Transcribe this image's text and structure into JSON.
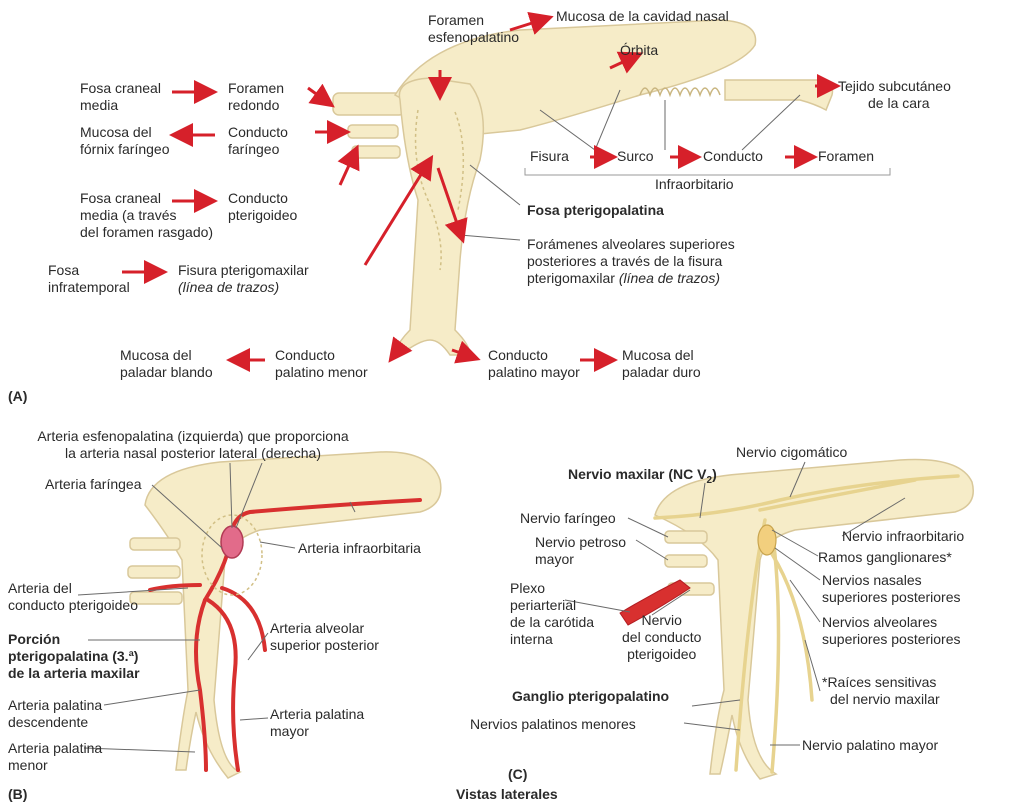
{
  "colors": {
    "bone": "#f6ecc8",
    "bone_edge": "#d9c89a",
    "arrow": "#d6202a",
    "artery": "#d8302f",
    "nerve": "#efe0a4",
    "ganglion": "#f2cf7e"
  },
  "panel_a": {
    "tag": "(A)",
    "foramen_esfenopalatino": [
      "Foramen",
      "esfenopalatino"
    ],
    "mucosa_cavidad_nasal": "Mucosa de la cavidad nasal",
    "orbita": "Órbita",
    "tejido_subcutaneo": [
      "Tejido subcutáneo",
      "de la cara"
    ],
    "fosa_craneal_media": [
      "Fosa craneal",
      "media"
    ],
    "foramen_redondo": [
      "Foramen",
      "redondo"
    ],
    "mucosa_fornix": [
      "Mucosa del",
      "fórnix faríngeo"
    ],
    "conducto_faringeo": [
      "Conducto",
      "faríngeo"
    ],
    "fosa_craneal_media_2": [
      "Fosa craneal",
      "media (a través",
      "del foramen rasgado)"
    ],
    "conducto_pterigoideo": [
      "Conducto",
      "pterigoideo"
    ],
    "fosa_infratemporal": [
      "Fosa",
      "infratemporal"
    ],
    "fisura_pterigomaxilar": "Fisura pterigomaxilar",
    "linea_de_trazos": "(línea de trazos)",
    "fisura": "Fisura",
    "surco": "Surco",
    "conducto": "Conducto",
    "foramen": "Foramen",
    "infraorbitario": "Infraorbitario",
    "fosa_pterigopalatina": "Fosa pterigopalatina",
    "foramenes_alveolares": [
      "Forámenes alveolares superiores",
      "posteriores a través de la fisura",
      "pterigomaxilar"
    ],
    "foramenes_italic": "(línea de trazos)",
    "mucosa_paladar_blando": [
      "Mucosa del",
      "paladar blando"
    ],
    "conducto_palatino_menor": [
      "Conducto",
      "palatino menor"
    ],
    "conducto_palatino_mayor": [
      "Conducto",
      "palatino mayor"
    ],
    "mucosa_paladar_duro": [
      "Mucosa del",
      "paladar duro"
    ]
  },
  "panel_b": {
    "tag": "(B)",
    "arteria_esfenopalatina": [
      "Arteria esfenopalatina (izquierda) que proporciona",
      "la arteria nasal posterior lateral (derecha)"
    ],
    "arteria_faringea": "Arteria faríngea",
    "arteria_infraorbitaria": "Arteria infraorbitaria",
    "arteria_conducto_pterigoideo": [
      "Arteria del",
      "conducto pterigoideo"
    ],
    "porcion": [
      "Porción",
      "pterigopalatina (3.ª)",
      "de la arteria maxilar"
    ],
    "arteria_alveolar": [
      "Arteria alveolar",
      "superior posterior"
    ],
    "arteria_palatina_descendente": [
      "Arteria palatina",
      "descendente"
    ],
    "arteria_palatina_mayor": [
      "Arteria palatina",
      "mayor"
    ],
    "arteria_palatina_menor": [
      "Arteria palatina",
      "menor"
    ]
  },
  "panel_c": {
    "tag": "(C)",
    "vistas_laterales": "Vistas laterales",
    "nervio_maxilar": "Nervio maxilar (NC V",
    "nervio_maxilar_sub": "2",
    "nervio_maxilar_end": ")",
    "nervio_cigomatico": "Nervio cigomático",
    "nervio_faringeo": "Nervio faríngeo",
    "nervio_infraorbitario": "Nervio infraorbitario",
    "nervio_petroso": [
      "Nervio petroso",
      "mayor"
    ],
    "ramos_ganglionares": "Ramos ganglionares*",
    "plexo": [
      "Plexo",
      "periarterial",
      "de la carótida",
      "interna"
    ],
    "nervio_conducto": [
      "Nervio",
      "del conducto",
      "pterigoideo"
    ],
    "nervios_nasales": [
      "Nervios nasales",
      "superiores posteriores"
    ],
    "nervios_alveolares": [
      "Nervios alveolares",
      "superiores posteriores"
    ],
    "ganglio": "Ganglio pterigopalatino",
    "raices": [
      "*Raíces sensitivas",
      "del nervio maxilar"
    ],
    "nervios_palatinos_menores": "Nervios palatinos menores",
    "nervio_palatino_mayor": "Nervio palatino mayor"
  }
}
